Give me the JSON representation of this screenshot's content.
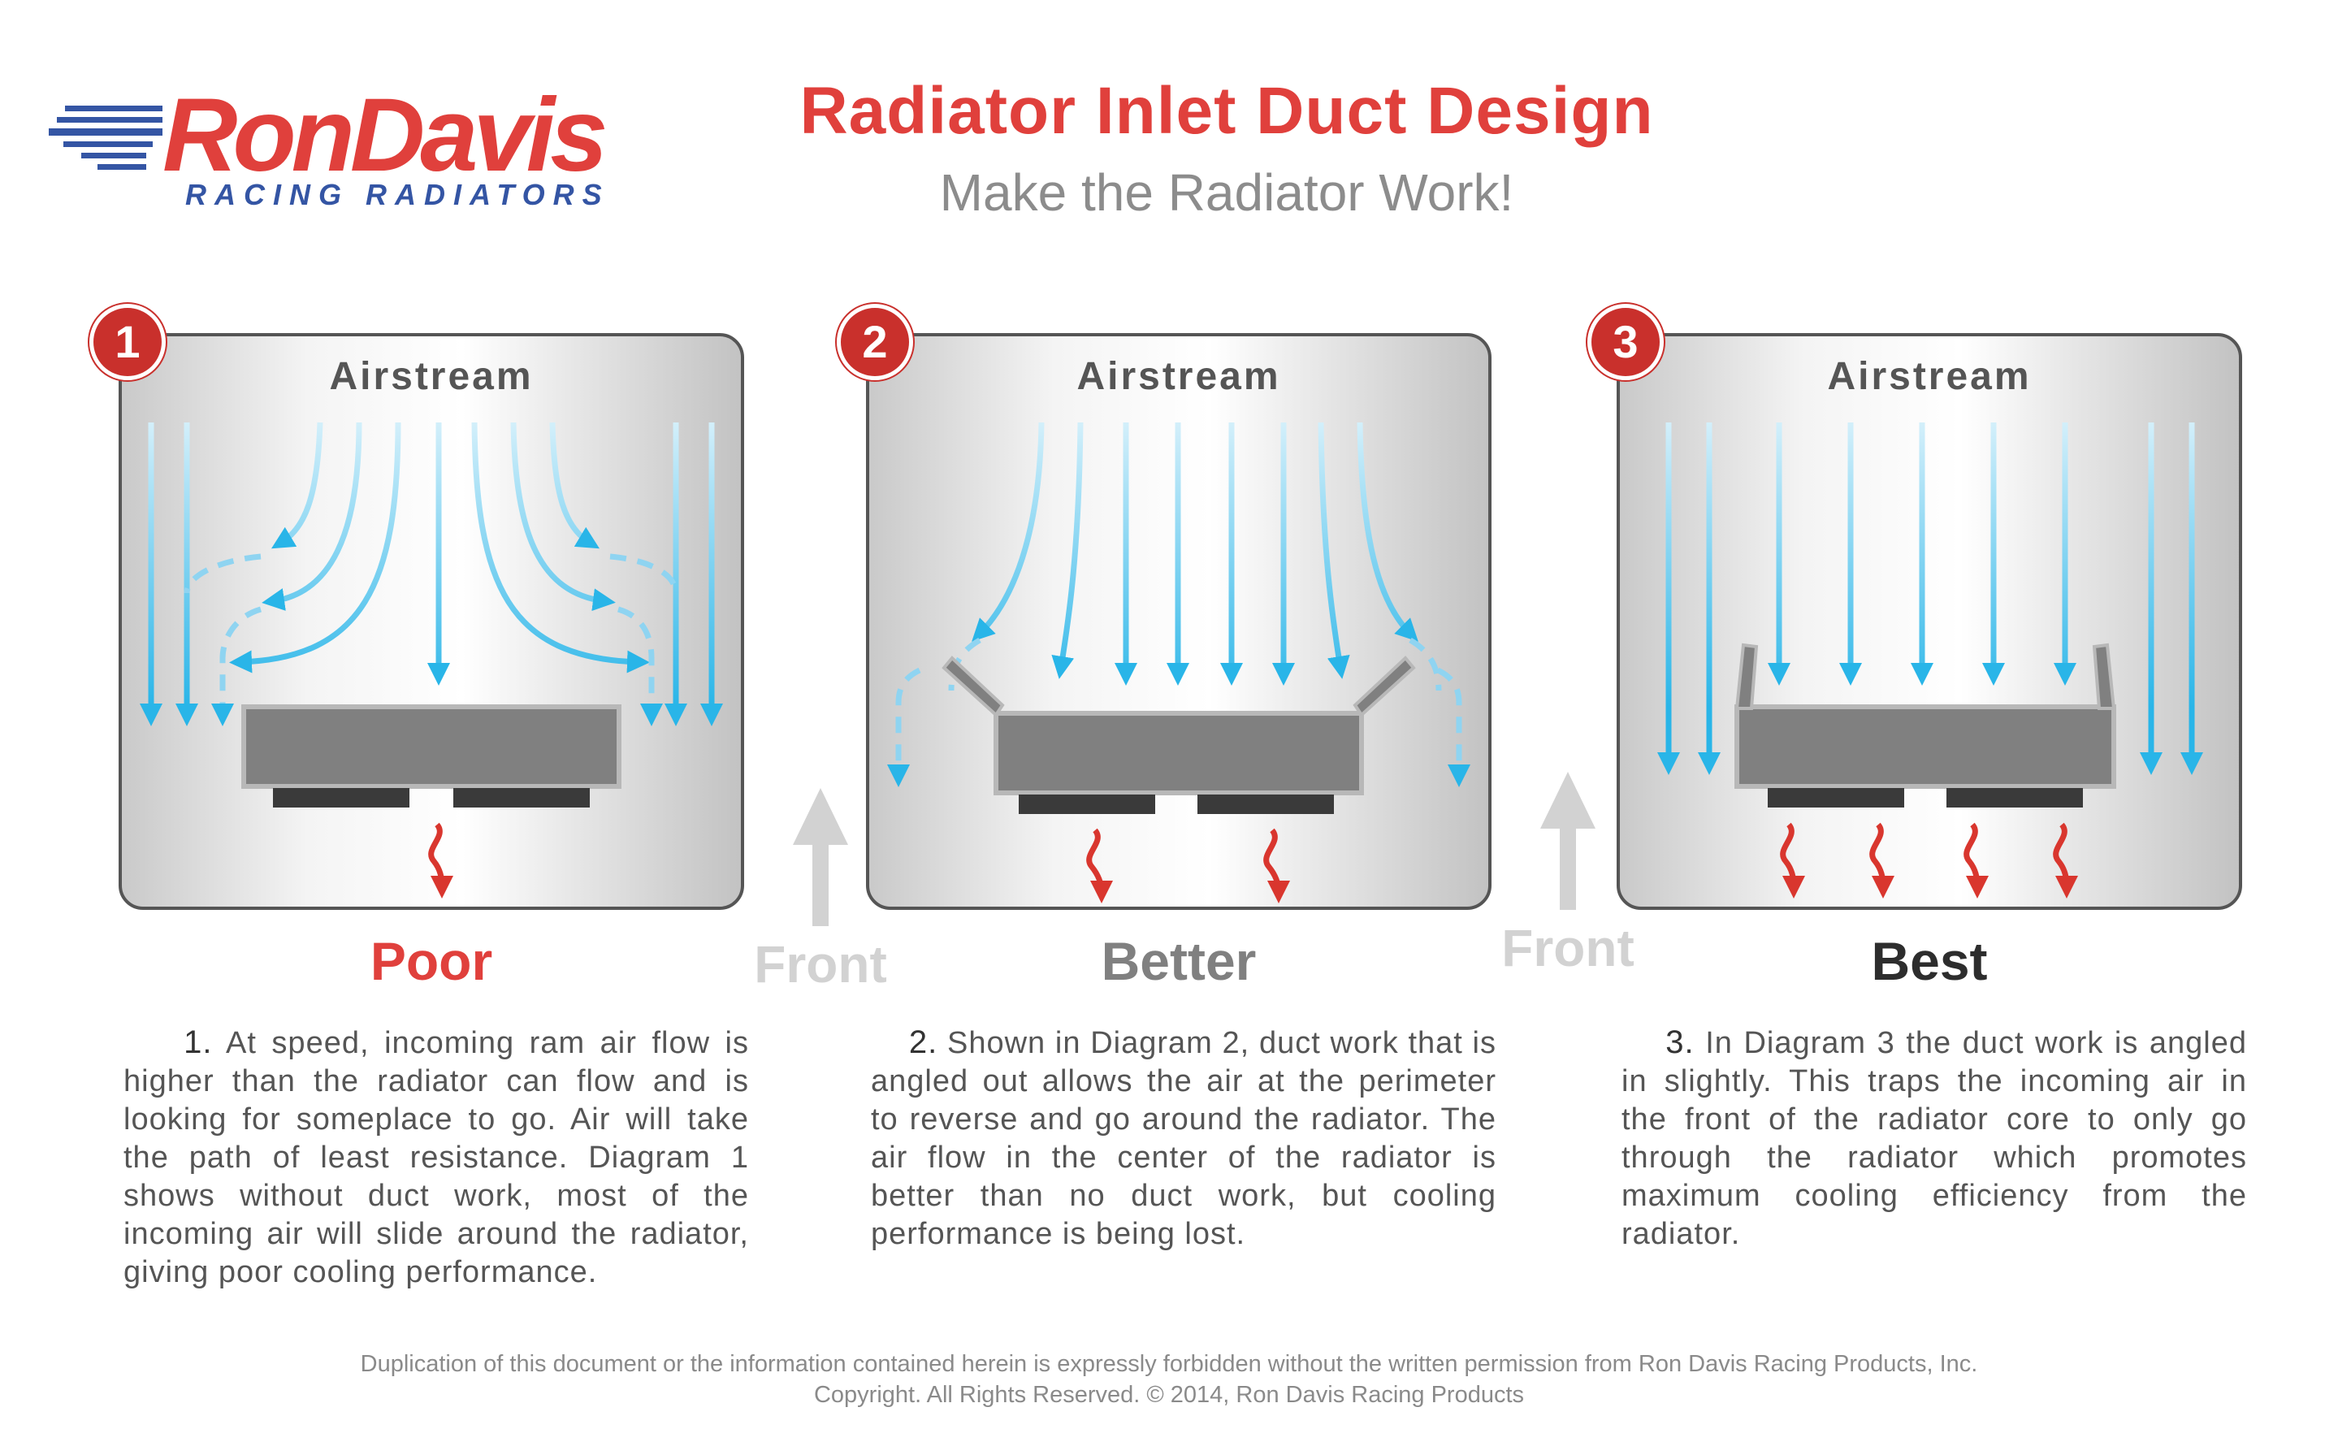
{
  "logo": {
    "brand": "RonDavis",
    "tagline": "RACING RADIATORS",
    "colors": {
      "red": "#e0403c",
      "blue": "#3455a4"
    }
  },
  "header": {
    "title": "Radiator Inlet Duct Design",
    "subtitle": "Make the Radiator Work!"
  },
  "diagrams": [
    {
      "number": "1",
      "airstream_label": "Airstream",
      "rating": "Poor",
      "rating_color": "#e0403c",
      "description_number": "1.",
      "description": "At speed, incoming ram air flow is higher than the radiator can flow and is looking for someplace to go. Air will take the path of least resistance. Diagram 1 shows without duct work, most of the incoming air will slide around the radia­tor, giving poor cooling performance."
    },
    {
      "number": "2",
      "airstream_label": "Airstream",
      "rating": "Better",
      "rating_color": "#808080",
      "description_number": "2.",
      "description": "Shown in Diagram 2, duct work that is angled out allows the air at the perimeter to reverse and go around the radiator. The air flow in the center of the radiator is better than no duct work, but cooling performance is being lost."
    },
    {
      "number": "3",
      "airstream_label": "Airstream",
      "rating": "Best",
      "rating_color": "#2d2d2d",
      "description_number": "3.",
      "description": "In Diagram 3 the duct work is angled in slightly. This traps the incoming air in the front of the radiator core to only go through the radiator which promotes maximum cooling efficiency from the radiator."
    }
  ],
  "front_labels": [
    "Front",
    "Front"
  ],
  "footer": {
    "line1": "Duplication of this document or the information contained herein is expressly forbidden without the written permission from Ron Davis Racing Products, Inc.",
    "line2": "Copyright. All Rights Reserved. © 2014, Ron Davis Racing Products"
  },
  "colors": {
    "air_arrow": "#29b5e8",
    "heat_arrow": "#d9362e",
    "radiator_body": "#808080",
    "radiator_outline": "#b8b8b8",
    "fan": "#3a3a3a"
  }
}
